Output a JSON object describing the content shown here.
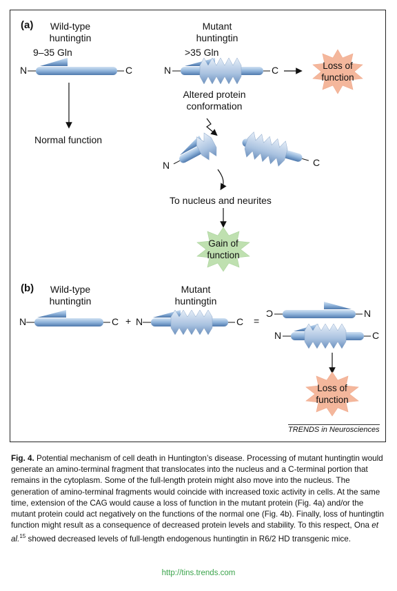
{
  "panel_a": {
    "label": "(a)",
    "wildtype_title": "Wild-type\nhuntingtin",
    "mutant_title": "Mutant\nhuntingtin",
    "wt_gln": "9–35 Gln",
    "mut_gln": ">35 Gln",
    "n_terminus": "N",
    "c_terminus": "C",
    "normal_function": "Normal function",
    "loss_function": "Loss of\nfunction",
    "altered": "Altered protein\nconformation",
    "nucleus": "To nucleus and neurites",
    "gain_function": "Gain of\nfunction"
  },
  "panel_b": {
    "label": "(b)",
    "wildtype_title": "Wild-type\nhuntingtin",
    "mutant_title": "Mutant\nhuntingtin",
    "plus": "+",
    "equals": "=",
    "loss_function": "Loss of\nfunction"
  },
  "source": "TRENDS in Neurosciences",
  "caption": {
    "fig_label": "Fig. 4.",
    "text_1": " Potential mechanism of cell death in Huntington’s disease. Processing of mutant huntingtin would generate an amino-terminal fragment that translocates into the nucleus and a C-terminal portion that remains in the cytoplasm. Some of the full-length protein might also move into the nucleus. The generation of amino-terminal fragments would coincide with increased toxic activity in cells. At the same time, extension of the CAG would cause a loss of function in the mutant protein (Fig. 4a) and/or the mutant protein could act negatively on the functions of the normal one (Fig. 4b). Finally, loss of huntingtin function might result as a consequence of decreased protein levels and stability. To this respect, Ona ",
    "etal": "et al.",
    "ref": "15",
    "text_2": " showed decreased levels of full-length endogenous huntingtin in R6/2 HD transgenic mice."
  },
  "footer": "http://tins.trends.com",
  "colors": {
    "bar": "#8fb3da",
    "bar_dark": "#4f79ad",
    "loss_burst": "#f4b79c",
    "gain_burst": "#bfe0b0",
    "footer": "#3aa34a"
  }
}
